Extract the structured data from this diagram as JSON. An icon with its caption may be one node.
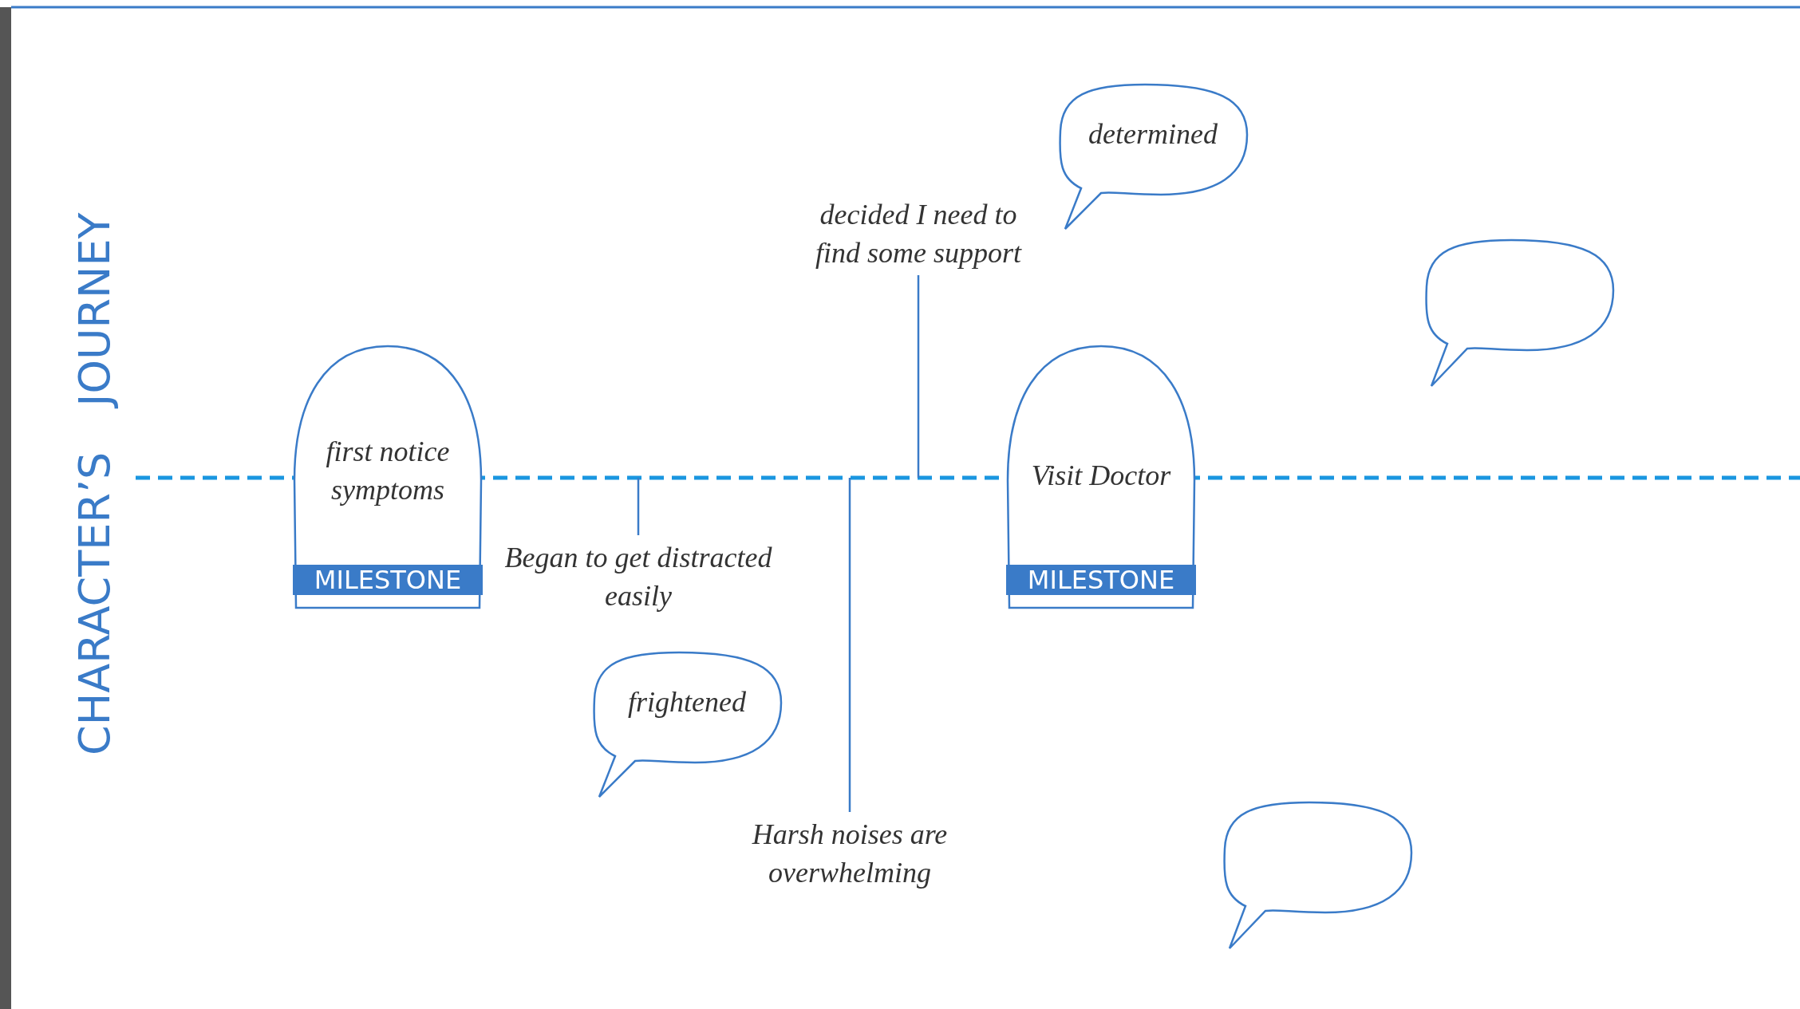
{
  "diagram": {
    "title": "CHARACTER’S JOURNEY",
    "nodes": [
      {
        "text": [
          "first notice symptoms",
          "MILESTONE"
        ]
      },
      {
        "text": [
          "Began to get distracted easily"
        ]
      },
      {
        "text": [
          "frightened"
        ]
      },
      {
        "text": [
          "Harsh noises are overwhelming"
        ]
      },
      {
        "text": [
          "decided I need to find some support"
        ]
      },
      {
        "text": [
          "determined"
        ]
      },
      {
        "text": [
          "Visit Doctor",
          "MILESTONE"
        ]
      },
      {
        "text": [],
        "shape": "bubble"
      },
      {
        "text": [],
        "shape": "bubble"
      }
    ],
    "edges": [
      {
        "from": 1,
        "to": null,
        "arrow": "none"
      },
      {
        "from": 3,
        "to": null,
        "arrow": "none"
      },
      {
        "from": 4,
        "to": null,
        "arrow": "none"
      }
    ]
  }
}
